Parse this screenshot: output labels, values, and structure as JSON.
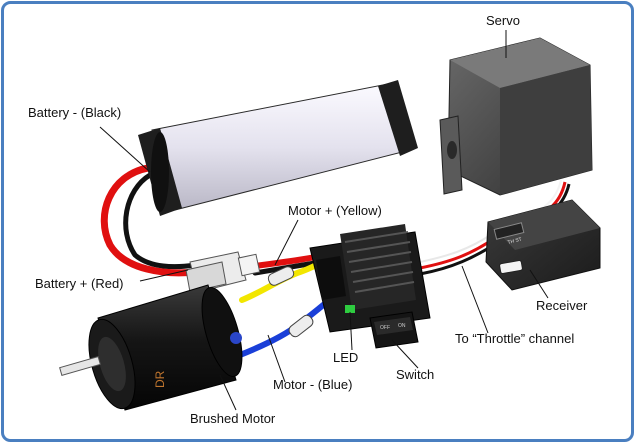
{
  "labels": {
    "servo": "Servo",
    "battery_neg": "Battery -  (Black)",
    "battery_pos": "Battery +  (Red)",
    "motor_pos": "Motor + (Yellow)",
    "motor_neg": "Motor -  (Blue)",
    "receiver": "Receiver",
    "throttle": "To “Throttle” channel",
    "led": "LED",
    "switch": "Switch",
    "brushed_motor": "Brushed Motor"
  },
  "parts": {
    "switch_off": "OFF",
    "switch_on": "ON",
    "motor_marking": "DR",
    "receiver_ports": "TH ST"
  },
  "colors": {
    "border": "#4a7fc0",
    "battery_body": "#e8e6f2",
    "battery_cap": "#1e1e1e",
    "wire_red": "#e01010",
    "wire_black": "#111111",
    "wire_yellow": "#f2e600",
    "wire_blue": "#1a3fd8",
    "esc_body": "#1a1a1a",
    "servo_body": "#4a4a4a",
    "receiver_body": "#2a2a2a",
    "motor_body": "#151515",
    "led_green": "#2ecc40"
  }
}
